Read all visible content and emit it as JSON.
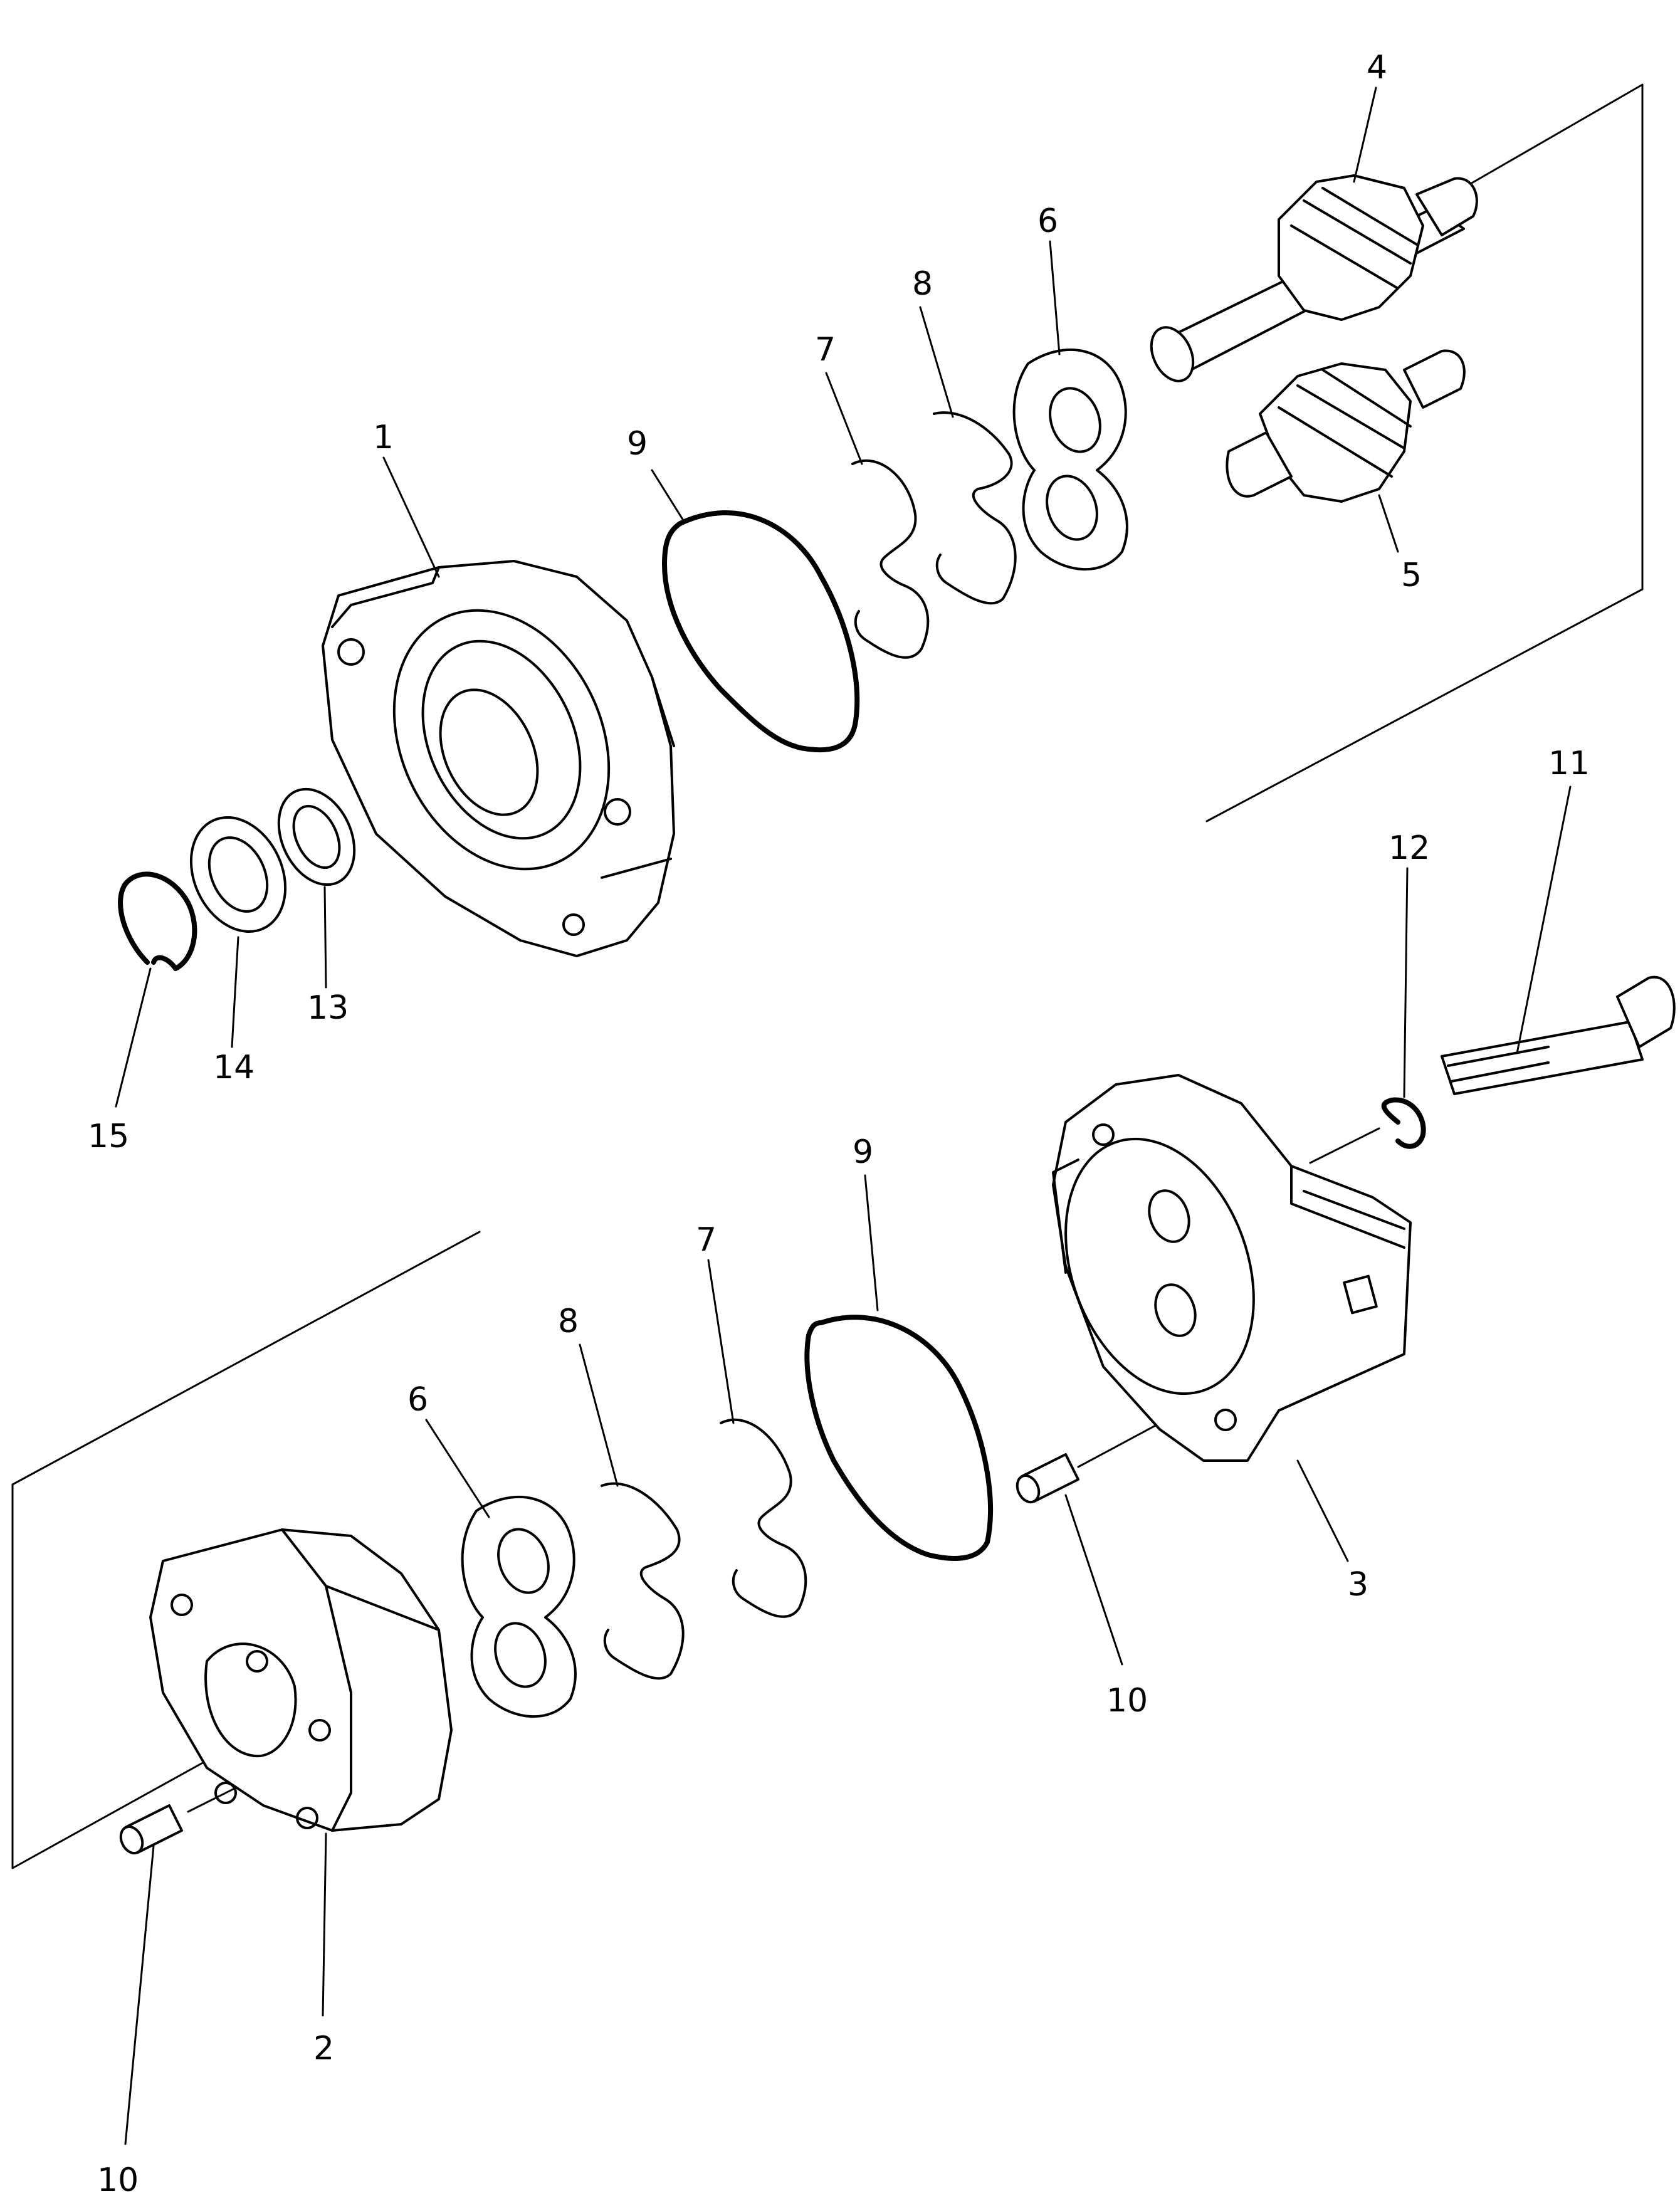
{
  "labels": {
    "top": [
      "4",
      "6",
      "8",
      "7",
      "1",
      "9",
      "5",
      "15",
      "14",
      "13",
      "11",
      "12"
    ],
    "bottom": [
      "9",
      "7",
      "8",
      "6",
      "3",
      "10",
      "2",
      "10"
    ]
  }
}
